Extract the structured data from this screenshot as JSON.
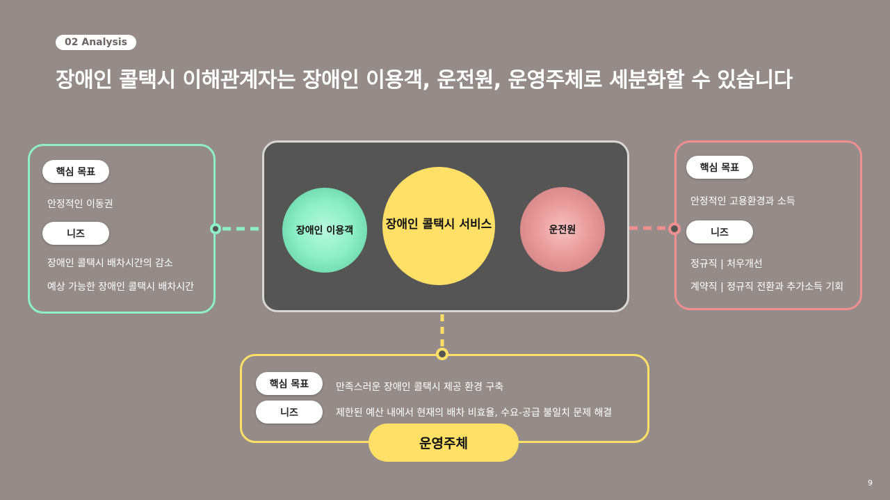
{
  "section_tag": "02 Analysis",
  "headline": "장애인 콜택시 이해관계자는 장애인 이용객, 운전원, 운영주체로 세분화할 수 있습니다",
  "center": {
    "user_circle": "장애인 이용객",
    "service_circle": "장애인 콜택시 서비스",
    "driver_circle": "운전원"
  },
  "left_card": {
    "goal_label": "핵심 목표",
    "goal_text": "안정적인 이동권",
    "needs_label": "니즈",
    "needs_items": [
      "장애인 콜택시 배차시간의 감소",
      "예상 가능한 장애인 콜택시 배차시간"
    ]
  },
  "right_card": {
    "goal_label": "핵심 목표",
    "goal_text": "안정적인 고용환경과 소득",
    "needs_label": "니즈",
    "needs_items": [
      "정규직 | 처우개선",
      "계약직 | 정규직 전환과 추가소득 기회"
    ]
  },
  "bottom_card": {
    "goal_label": "핵심 목표",
    "goal_text": "만족스러운 장애인 콜택시 제공 환경 구축",
    "needs_label": "니즈",
    "needs_text": "제한된 예산 내에서 현재의 배차 비효율, 수요-공급 불일치 문제 해결",
    "title": "운영주체"
  },
  "page_number": "9",
  "colors": {
    "background": "#958c8a",
    "user_green": "#8ff0c8",
    "driver_pink": "#f08f8f",
    "operator_yellow": "#ffe066",
    "panel_dark": "#555555"
  }
}
